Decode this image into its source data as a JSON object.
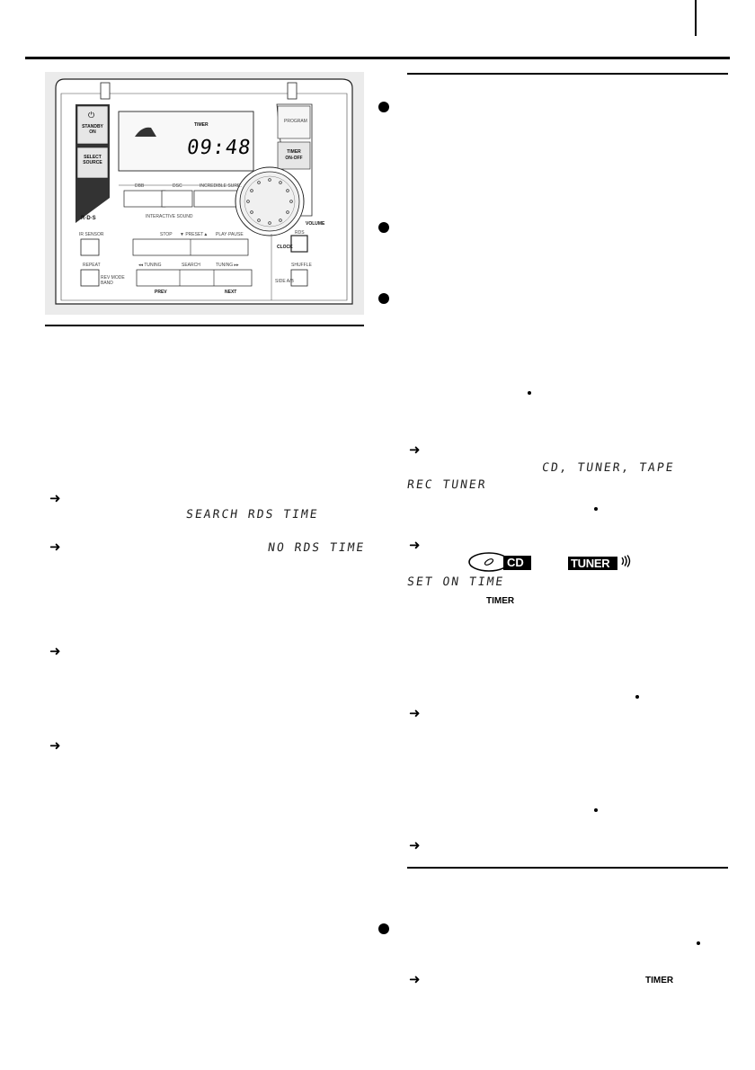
{
  "device": {
    "standby_label": "STANDBY\nON",
    "select_label": "SELECT\nSOURCE",
    "program_label": "PROGRAM",
    "timer_label": "TIMER",
    "timer_onoff": "ON-OFF",
    "display_time": "09:48",
    "display_timer": "TIMER",
    "dbb": "DBB",
    "dsc": "DSC",
    "incredible": "INCREDIBLE SURR.",
    "interactive": "INTERACTIVE SOUND",
    "rds_logo": "R·D·S",
    "ir_sensor": "IR SENSOR",
    "stop": "STOP",
    "preset": "▼ PRESET▲",
    "playpause": "PLAY·PAUSE",
    "repeat": "REPEAT",
    "rev_mode": "REV MODE\nBAND",
    "tuning_l": "◂◂ TUNING",
    "search": "SEARCH",
    "tuning_r": "TUNING ▸▸",
    "prev": "PREV",
    "next": "NEXT",
    "volume": "VOLUME",
    "rds": "RDS",
    "clock": "CLOCK",
    "shuffle": "SHUFFLE",
    "side_ab": "SIDE A/B"
  },
  "left_col": {
    "lcd_search": "SEARCH RDS TIME",
    "lcd_no_rds": "NO RDS TIME"
  },
  "right_col": {
    "lcd_sources": "CD, TUNER, TAPE",
    "lcd_rec_tuner": "REC TUNER",
    "lcd_set_on_time": "SET ON TIME",
    "timer_text_1": "TIMER",
    "tuner_badge": "TUNER",
    "cd_badge": "CD",
    "timer_text_2": "TIMER"
  },
  "colors": {
    "rule": "#000000",
    "panel_bg": "#ebebeb"
  }
}
